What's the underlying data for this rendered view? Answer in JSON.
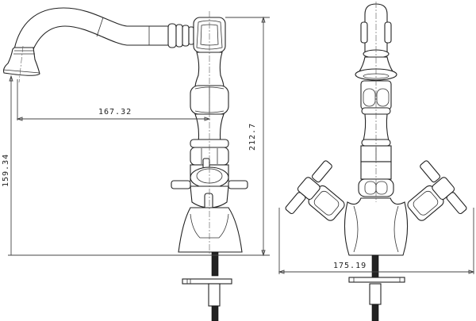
{
  "drawing": {
    "title": "",
    "views": [
      {
        "name": "side-view",
        "description": "Single lever faucet with swan-neck spout, side elevation"
      },
      {
        "name": "front-view",
        "description": "Faucet with two cross handles, front elevation"
      }
    ],
    "dimensions": {
      "spout_reach": "167.32",
      "spout_height": "159.34",
      "overall_height": "212.7",
      "handle_span": "175.19"
    },
    "line_color": "#222222",
    "background": "#ffffff"
  }
}
